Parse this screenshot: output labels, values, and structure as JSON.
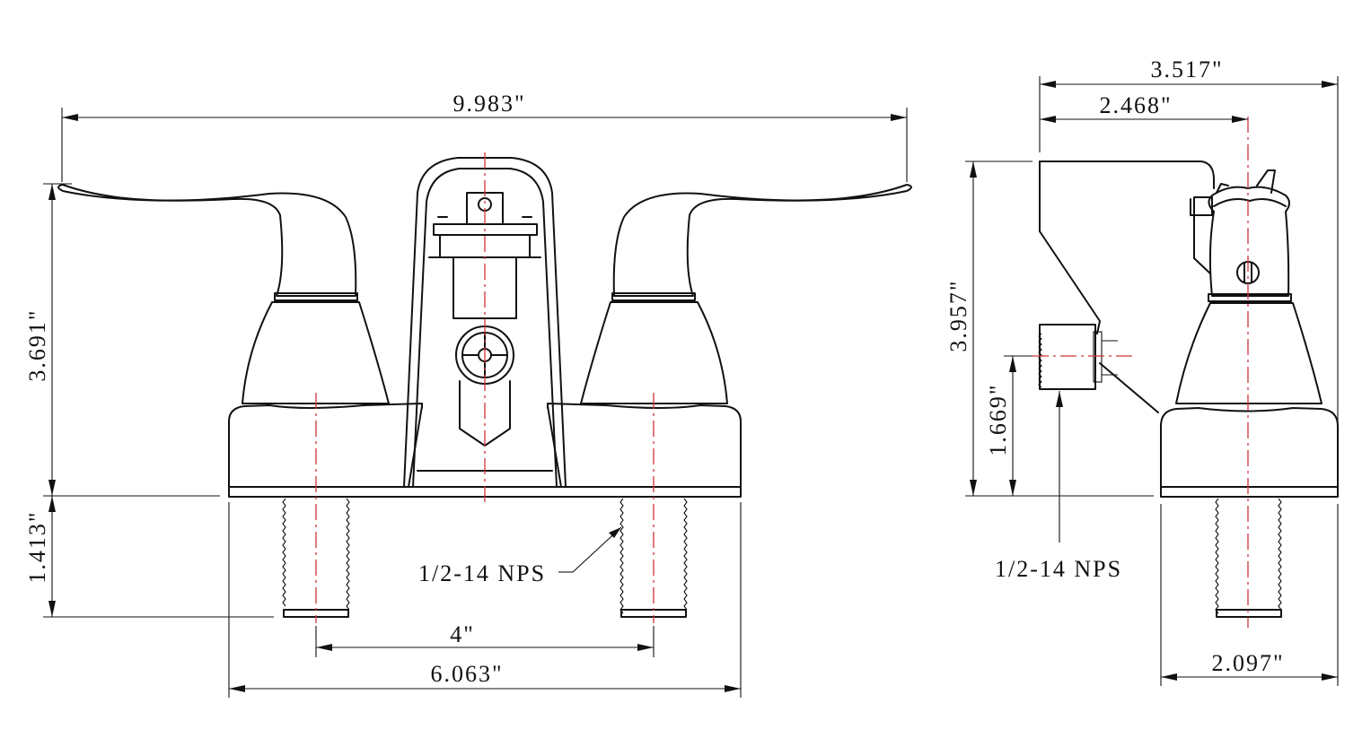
{
  "front_view": {
    "overall_width": "9.983\"",
    "height_above_deck": "3.691\"",
    "shank_length": "1.413\"",
    "center_spread": "4\"",
    "base_length": "6.063\"",
    "thread_label": "1/2-14 NPS"
  },
  "side_view": {
    "overall_depth": "3.517\"",
    "spout_reach": "2.468\"",
    "overall_height": "3.957\"",
    "outlet_height": "1.669\"",
    "base_depth": "2.097\"",
    "thread_label": "1/2-14 NPS"
  },
  "colors": {
    "line": "#111111",
    "centerline": "#d0343c"
  }
}
